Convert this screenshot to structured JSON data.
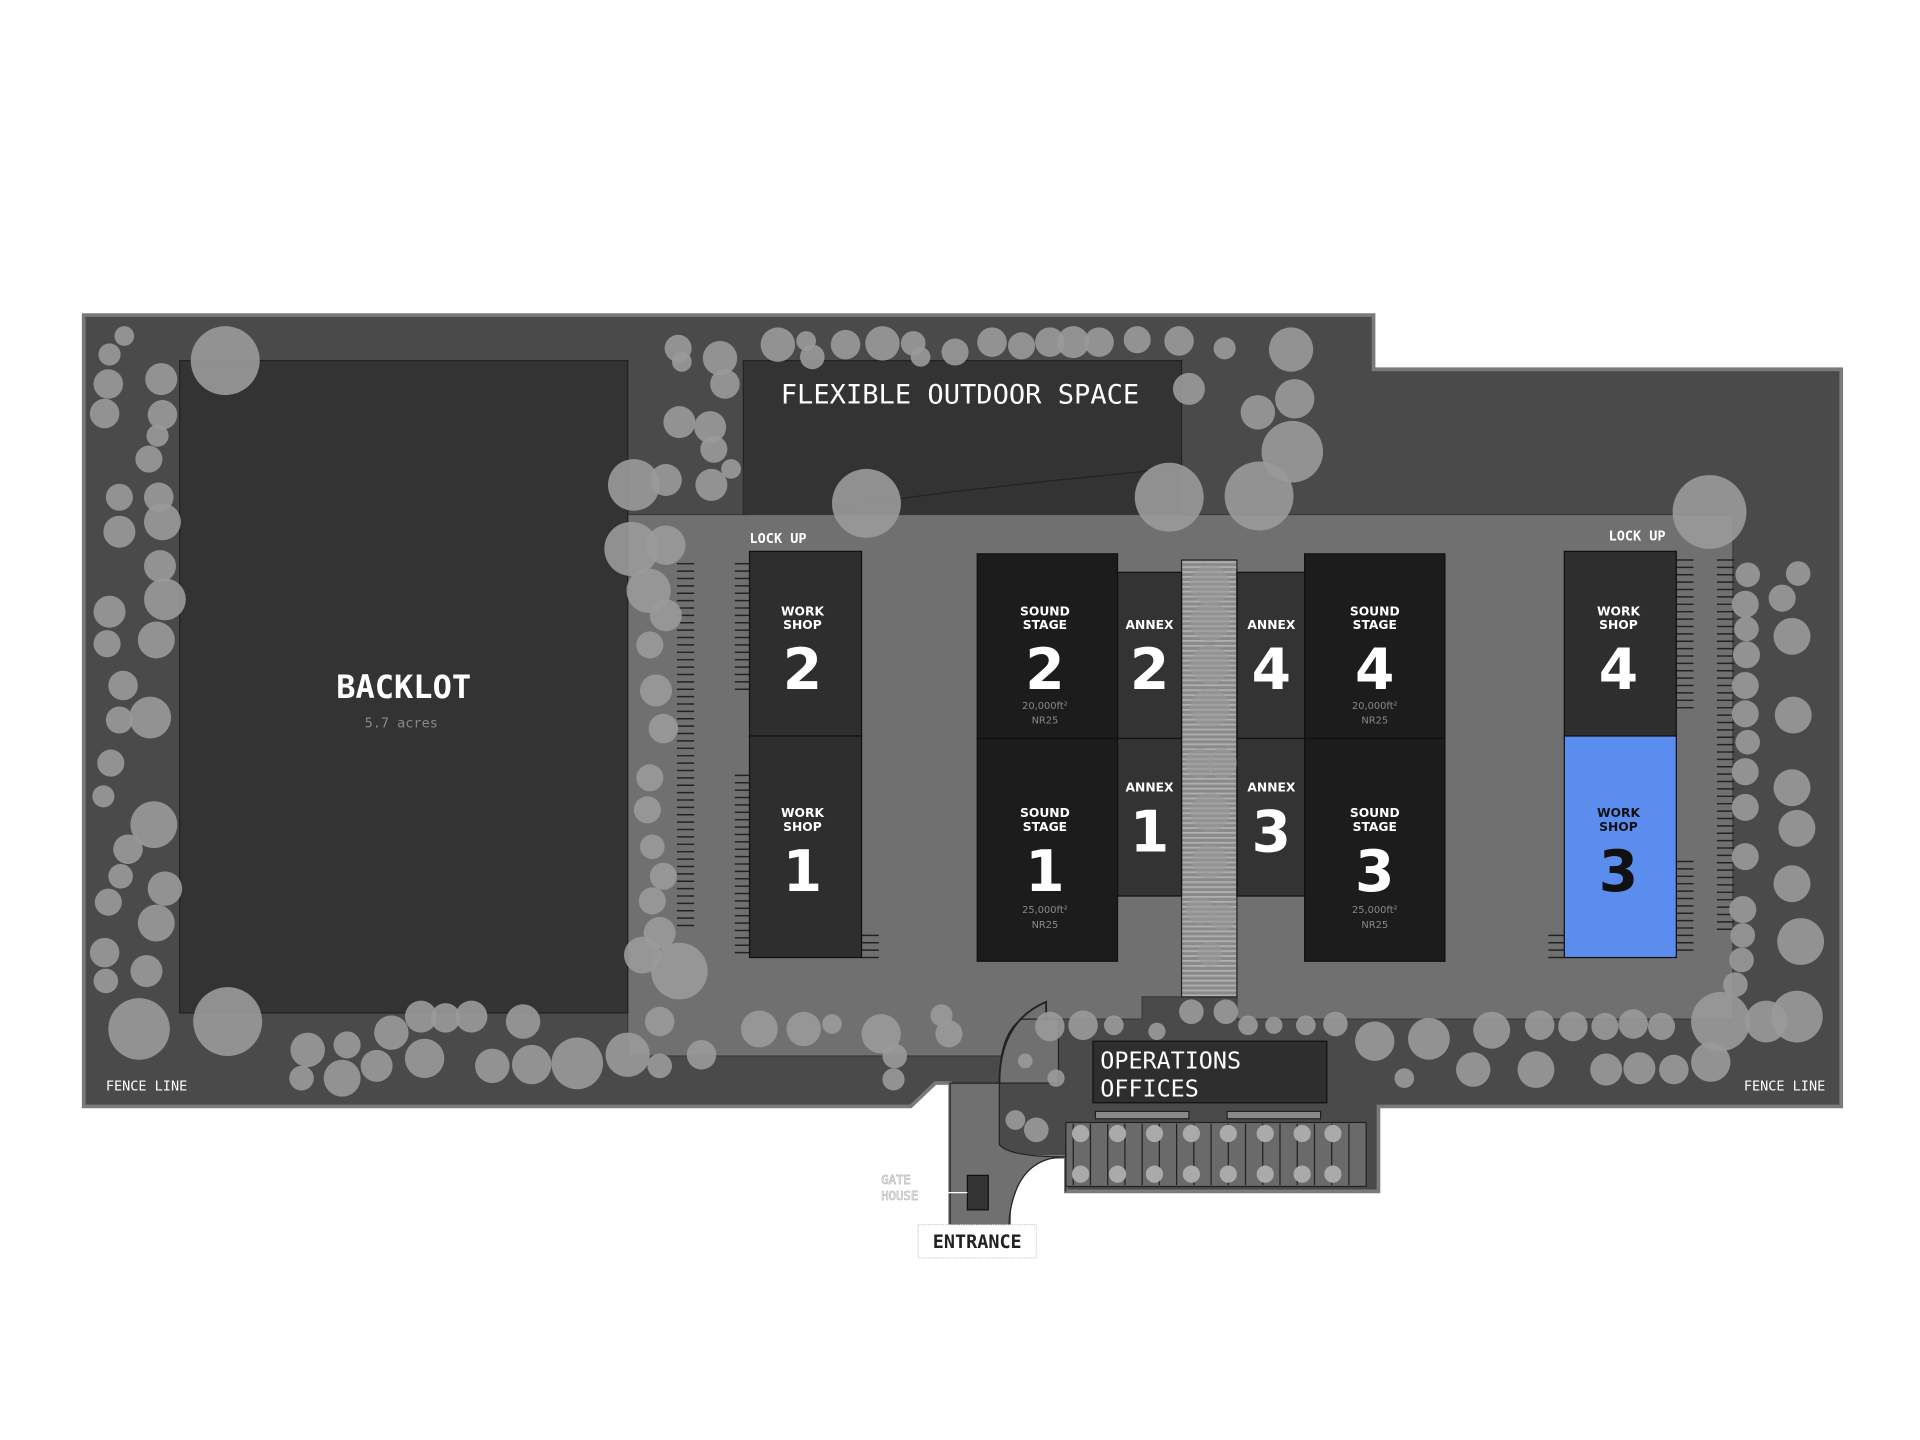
{
  "map": {
    "backlot": {
      "title": "BACKLOT",
      "area": "5.7 acres"
    },
    "flexible_outdoor_space": "FLEXIBLE OUTDOOR SPACE",
    "fence_line_left": "FENCE LINE",
    "fence_line_right": "FENCE LINE",
    "lock_up_left": "LOCK UP",
    "lock_up_right": "LOCK UP",
    "operations_offices": {
      "line1": "OPERATIONS",
      "line2": "OFFICES"
    },
    "gate_house": {
      "line1": "GATE",
      "line2": "HOUSE"
    },
    "entrance": "ENTRANCE",
    "workshop_2": {
      "line1": "WORK",
      "line2": "SHOP",
      "number": "2"
    },
    "workshop_1": {
      "line1": "WORK",
      "line2": "SHOP",
      "number": "1"
    },
    "workshop_4": {
      "line1": "WORK",
      "line2": "SHOP",
      "number": "4"
    },
    "workshop_3": {
      "line1": "WORK",
      "line2": "SHOP",
      "number": "3",
      "selected": true
    },
    "sound_stage_2": {
      "line1": "SOUND",
      "line2": "STAGE",
      "number": "2",
      "area": "20,000ft²",
      "rating": "NR25"
    },
    "sound_stage_1": {
      "line1": "SOUND",
      "line2": "STAGE",
      "number": "1",
      "area": "25,000ft²",
      "rating": "NR25"
    },
    "sound_stage_4": {
      "line1": "SOUND",
      "line2": "STAGE",
      "number": "4",
      "area": "20,000ft²",
      "rating": "NR25"
    },
    "sound_stage_3": {
      "line1": "SOUND",
      "line2": "STAGE",
      "number": "3",
      "area": "25,000ft²",
      "rating": "NR25"
    },
    "annex_2": {
      "label": "ANNEX",
      "number": "2"
    },
    "annex_1": {
      "label": "ANNEX",
      "number": "1"
    },
    "annex_4": {
      "label": "ANNEX",
      "number": "4"
    },
    "annex_3": {
      "label": "ANNEX",
      "number": "3"
    }
  },
  "colors": {
    "site": "#4a4a4a",
    "road": "#6f6f6f",
    "building": "#1c1c1c",
    "selected": "#5b8def",
    "tree": "#9a9a9a"
  }
}
